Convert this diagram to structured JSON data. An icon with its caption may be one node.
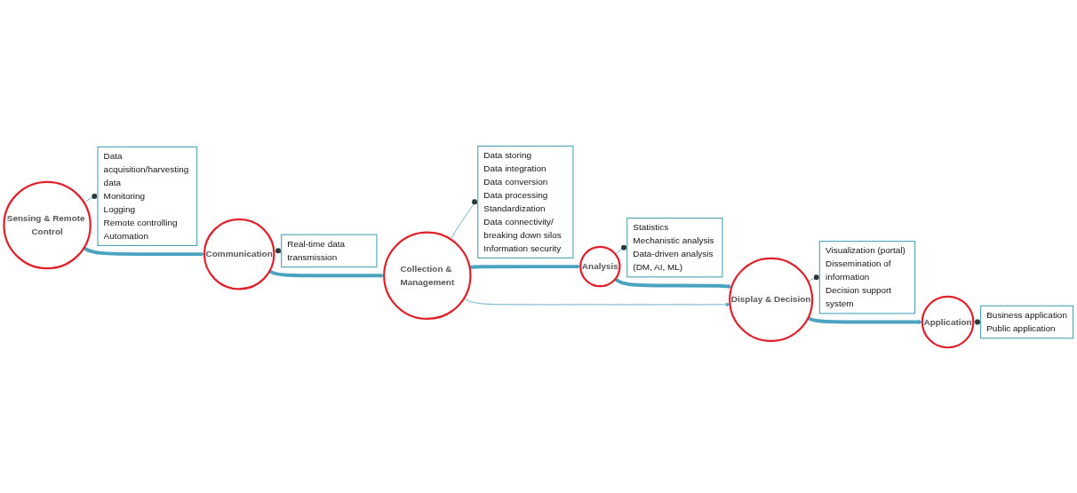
{
  "diagram": {
    "nodes": [
      {
        "text": [
          "Sensing & Remote Control"
        ]
      },
      {
        "text": [
          "Communication"
        ]
      },
      {
        "text": [
          "Collection & Management"
        ]
      },
      {
        "text": [
          "Analysis"
        ]
      },
      {
        "text": [
          "Display & Decision"
        ]
      },
      {
        "text": [
          "Application"
        ]
      },
      {
        "text": [
          "Data acquisition/harvesting data",
          "Monitoring",
          "Logging",
          "Remote controlling",
          "Automation"
        ]
      },
      {
        "text": [
          "Real-time data transmission"
        ]
      },
      {
        "text": [
          "Data storing",
          "Data integration",
          "Data conversion",
          "Data processing",
          "Standardization",
          "Data connectivity/ breaking down silos",
          "Information security"
        ]
      },
      {
        "text": [
          "Statistics",
          "Mechanistic analysis",
          "Data-driven analysis (DM, AI, ML)"
        ]
      },
      {
        "text": [
          "Visualization (portal)",
          "Dissemination of information",
          "Decision support system"
        ]
      },
      {
        "text": [
          "Business application",
          "Public application"
        ]
      }
    ],
    "edges": [
      {
        "from": 0,
        "to": 1,
        "arrow": "to",
        "style": "thick"
      },
      {
        "from": 1,
        "to": 2,
        "arrow": "to",
        "style": "thick"
      },
      {
        "from": 2,
        "to": 3,
        "arrow": "to",
        "style": "thick"
      },
      {
        "from": 3,
        "to": 4,
        "arrow": "to",
        "style": "thick"
      },
      {
        "from": 4,
        "to": 5,
        "arrow": "to",
        "style": "thick"
      },
      {
        "from": 2,
        "to": 4,
        "arrow": "to"
      },
      {
        "from": 0,
        "to": 6,
        "arrow": "other"
      },
      {
        "from": 1,
        "to": 7,
        "arrow": "other"
      },
      {
        "from": 2,
        "to": 8,
        "arrow": "other"
      },
      {
        "from": 3,
        "to": 9,
        "arrow": "other"
      },
      {
        "from": 4,
        "to": 10,
        "arrow": "other"
      },
      {
        "from": 5,
        "to": 11,
        "arrow": "other"
      }
    ]
  }
}
